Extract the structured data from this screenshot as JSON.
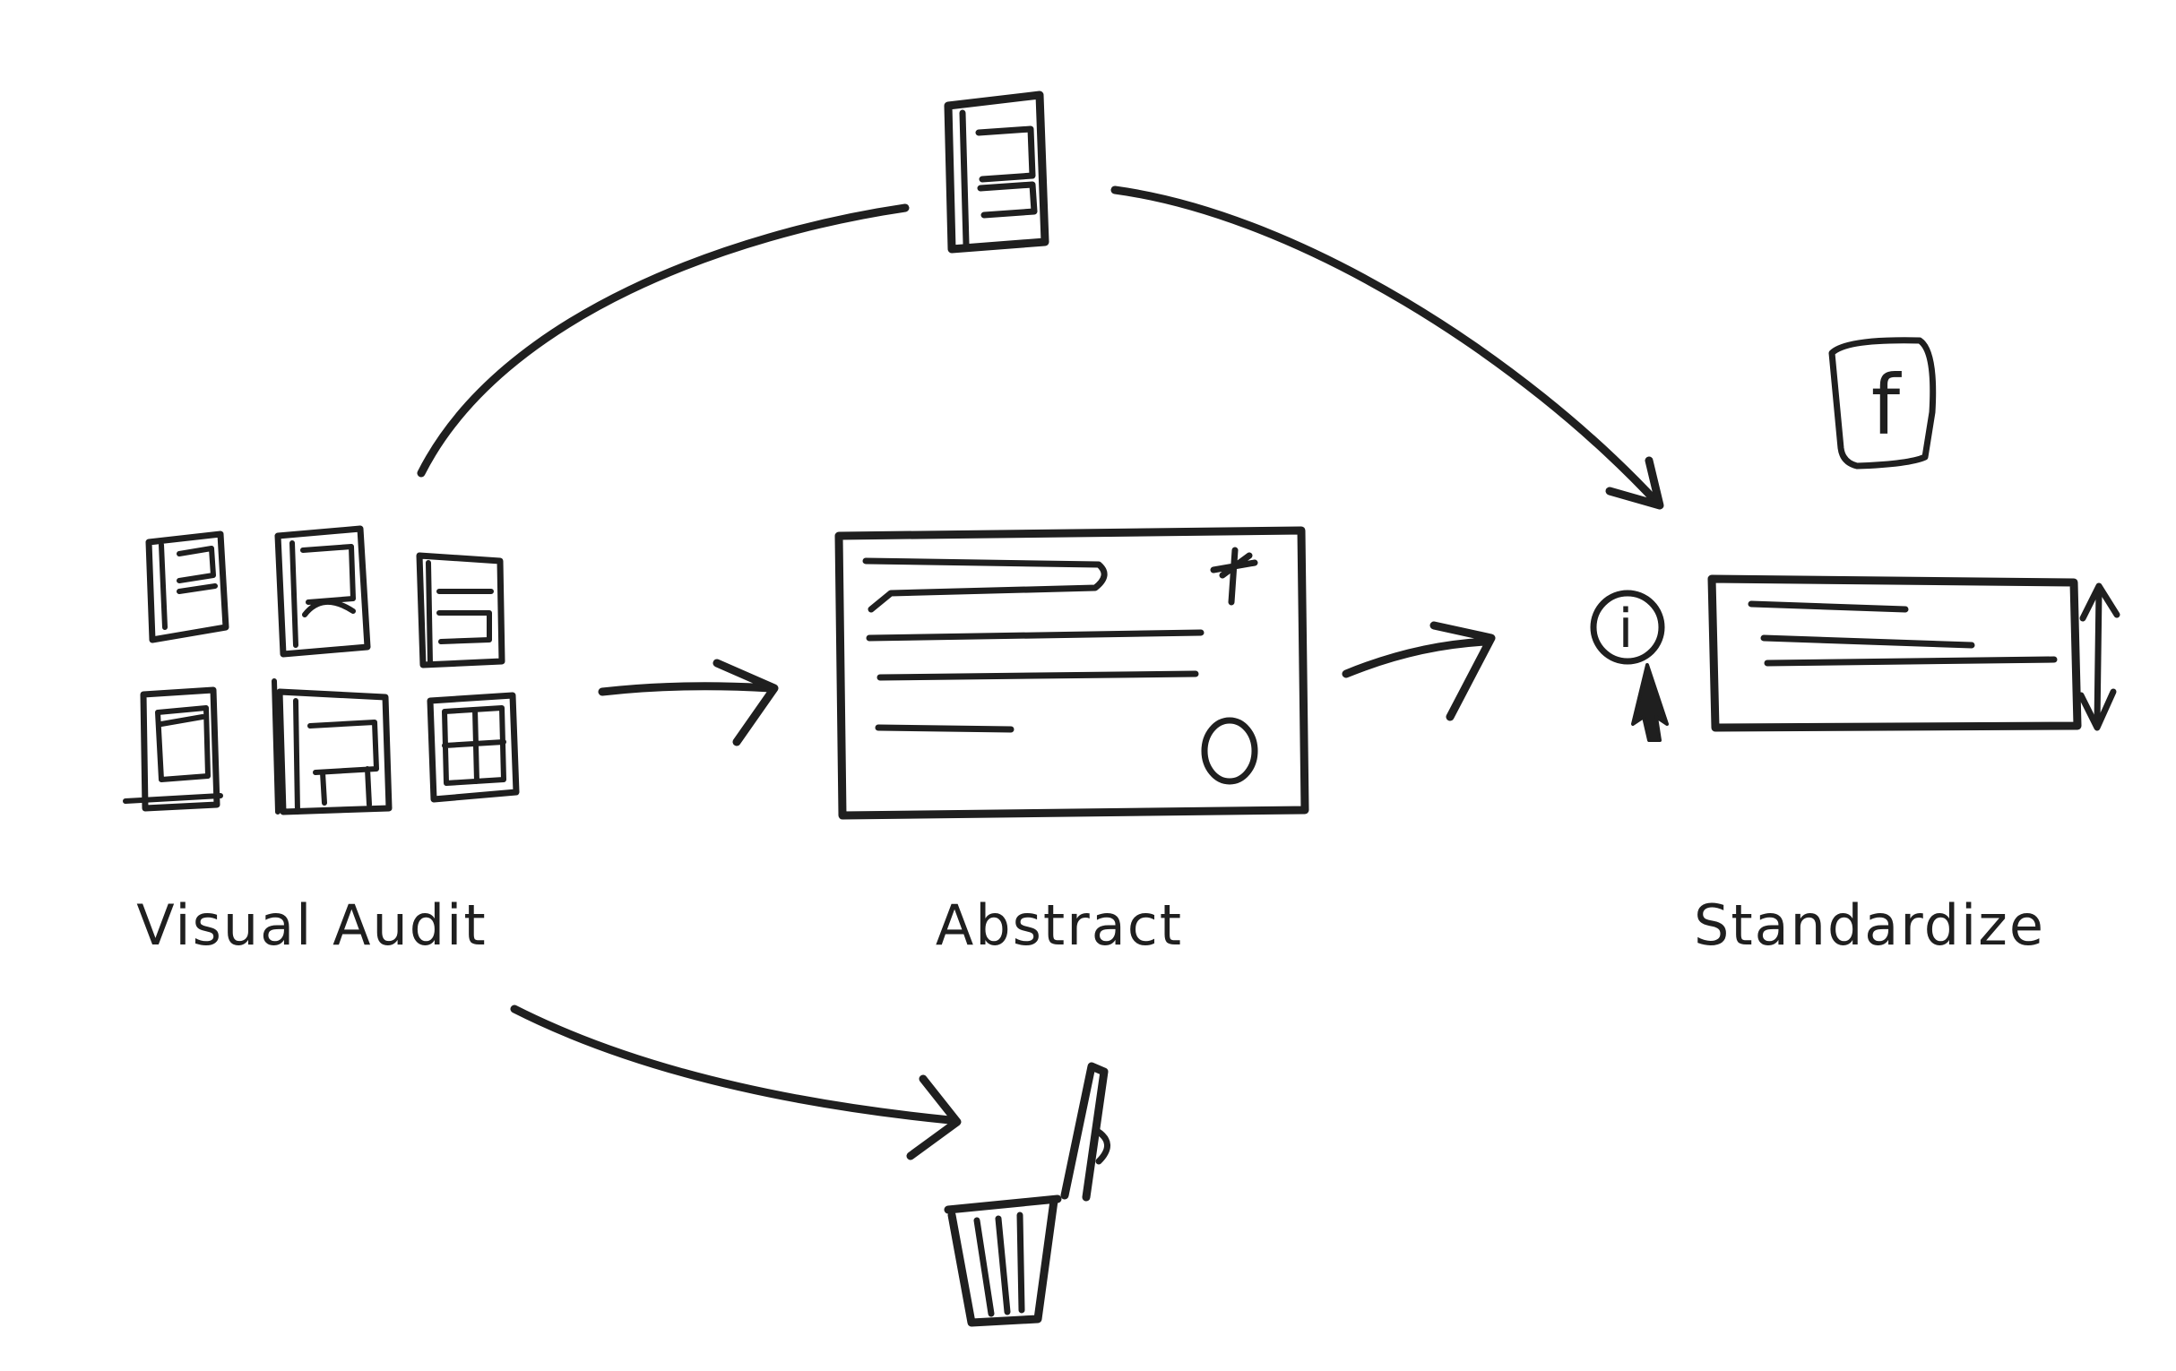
{
  "diagram": {
    "stages": [
      {
        "label": "Visual Audit"
      },
      {
        "label": "Abstract"
      },
      {
        "label": "Standardize"
      }
    ],
    "icons": {
      "standardize_badge": "f",
      "info": "i",
      "close": "×"
    },
    "colors": {
      "ink": "#1f1f1f",
      "background": "#ffffff"
    }
  }
}
